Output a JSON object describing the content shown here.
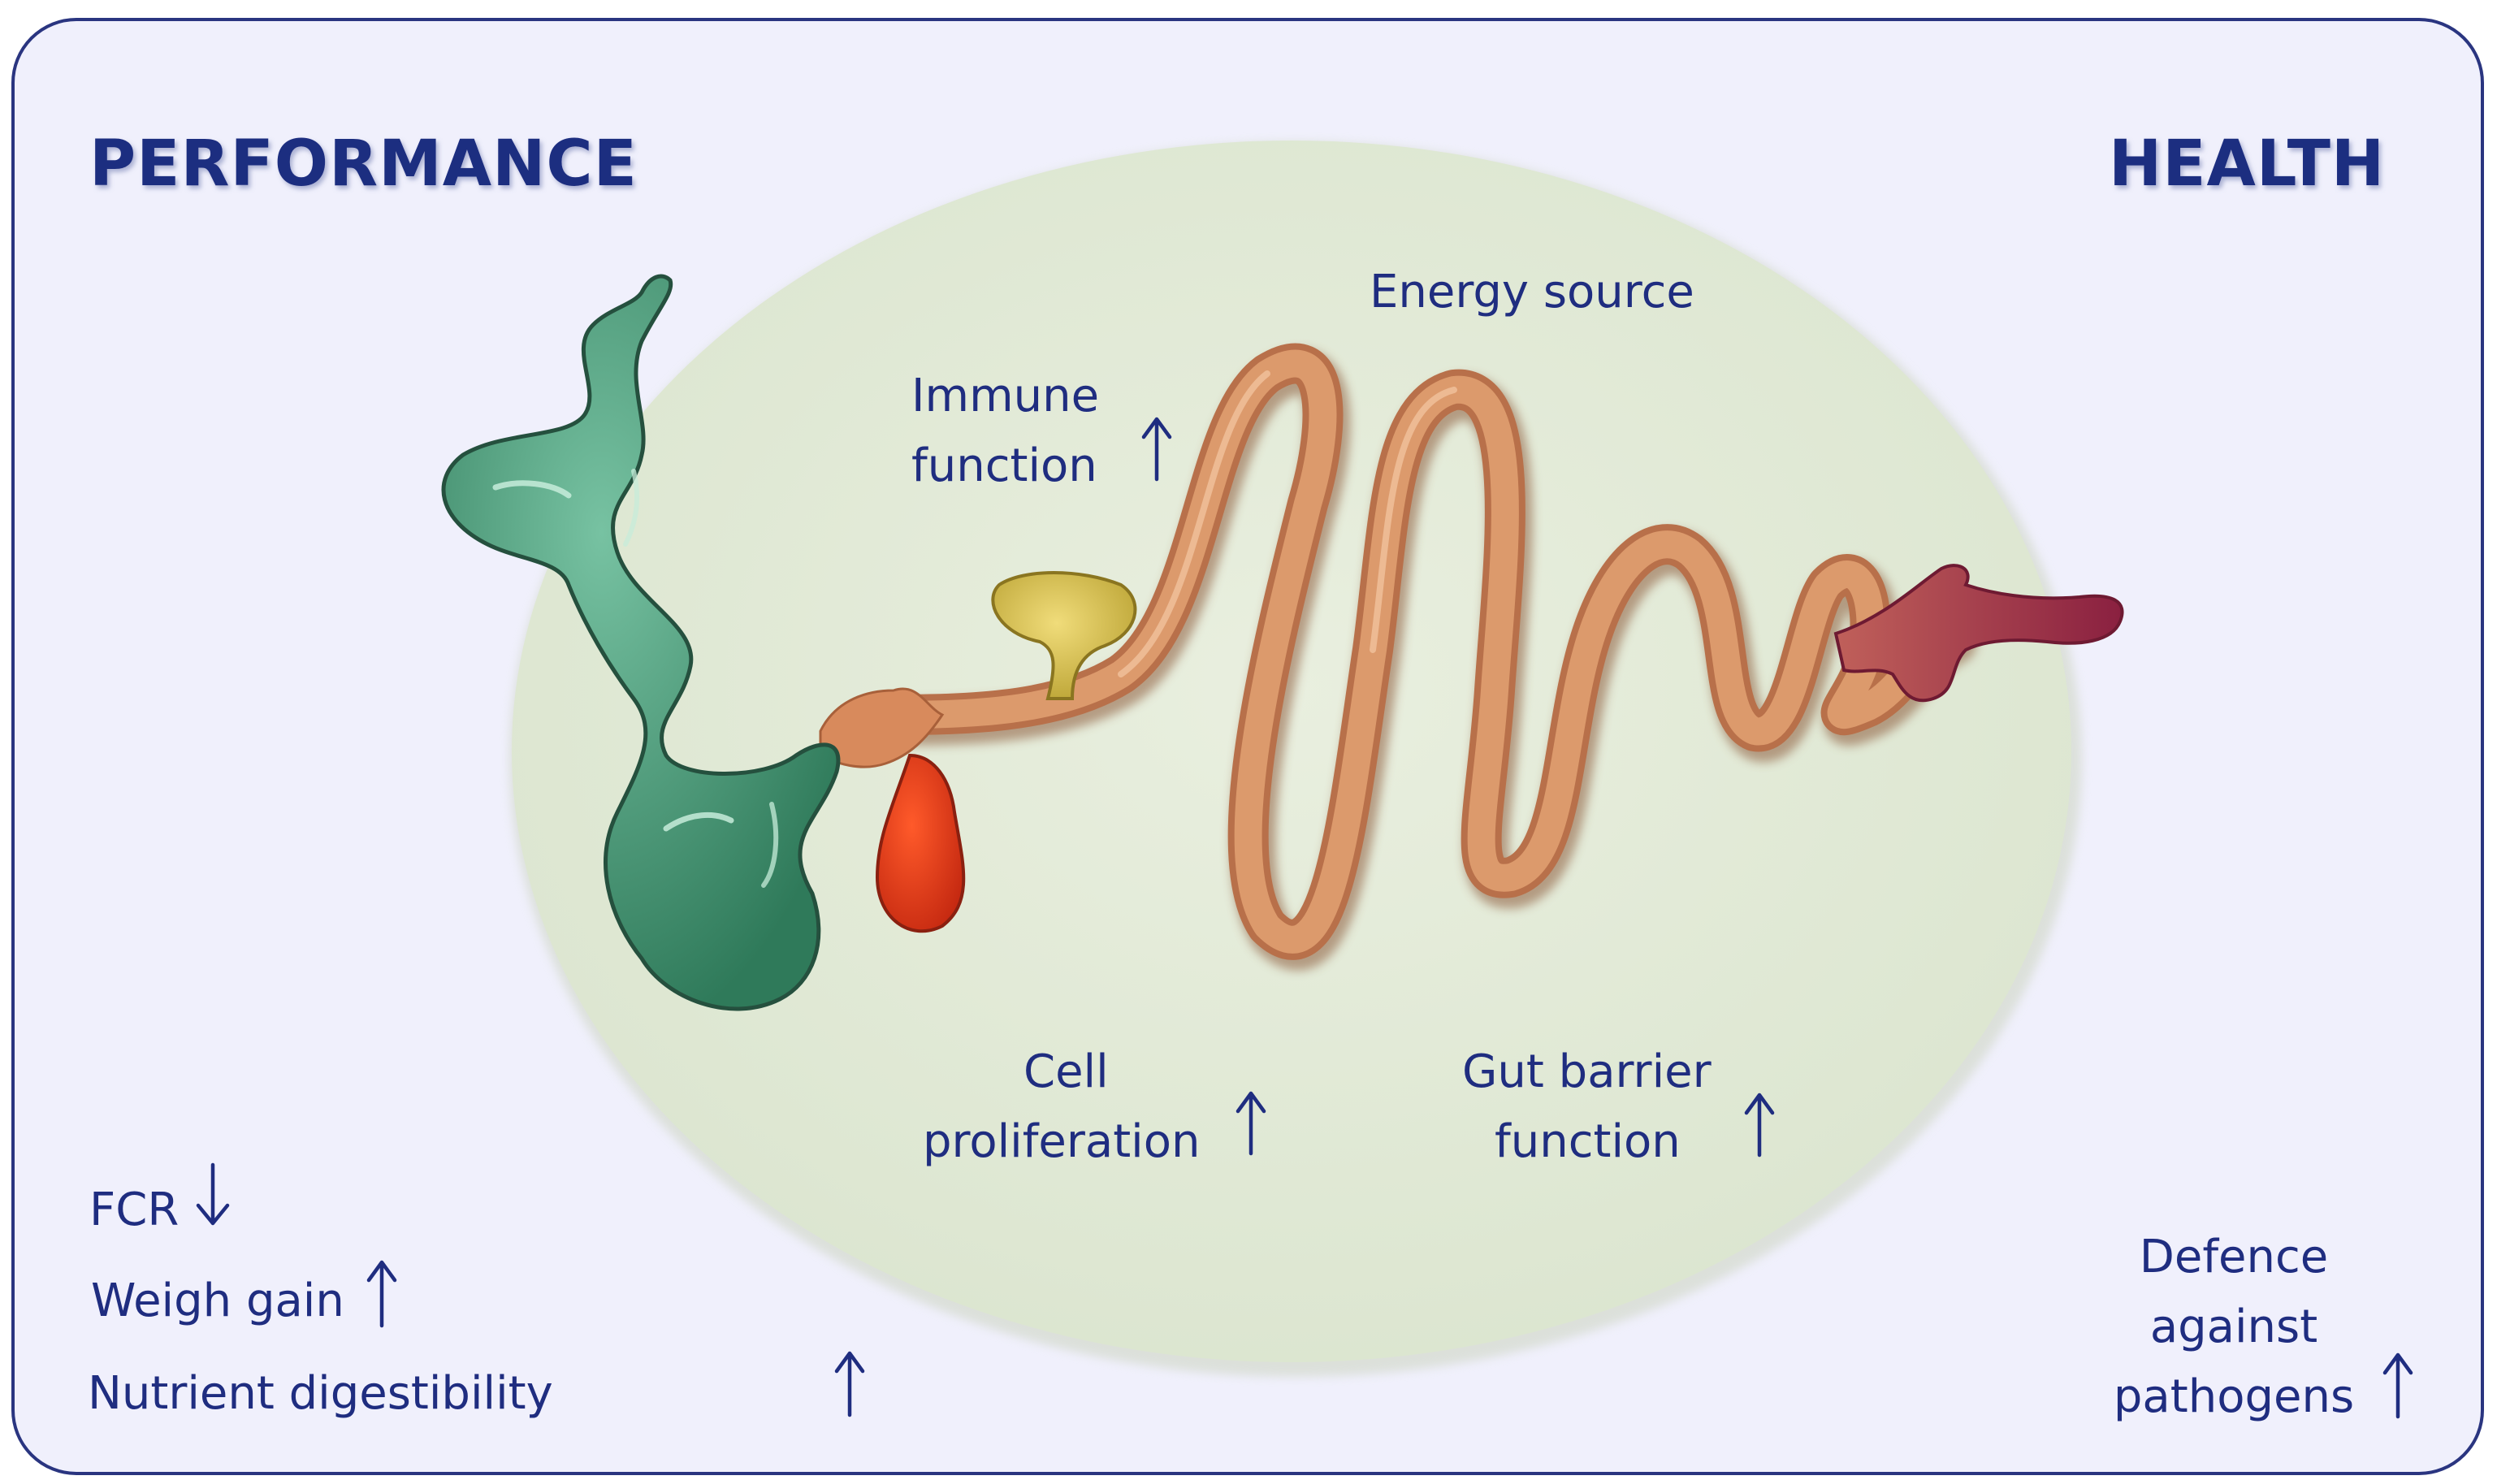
{
  "headings": {
    "performance": "PERFORMANCE",
    "health": "HEALTH"
  },
  "inner_labels": {
    "energy_source": "Energy source",
    "immune_function_line1": "Immune",
    "immune_function_line2": "function",
    "cell_proliferation_line1": "Cell",
    "cell_proliferation_line2": "proliferation",
    "gut_barrier_line1": "Gut barrier",
    "gut_barrier_line2": "function"
  },
  "performance_items": {
    "fcr": "FCR",
    "weight_gain": "Weigh gain",
    "nutrient_digestibility": "Nutrient digestibility"
  },
  "health_items": {
    "defence_line1": "Defence",
    "defence_line2": "against",
    "defence_line3": "pathogens"
  },
  "arrows": {
    "immune_function": "up",
    "cell_proliferation": "up",
    "gut_barrier_function": "up",
    "fcr": "down",
    "weight_gain": "up",
    "nutrient_digestibility": "up",
    "defence_against_pathogens": "up"
  },
  "colors": {
    "text": "#1f2d80",
    "frame_border": "#2a3580",
    "frame_fill": "#f0f0fc",
    "ellipse_fill": "#e2ead6",
    "crop_stomach": "#4a9a78",
    "gizzard": "#e43a1c",
    "pancreas_gland": "#d8c24a",
    "intestine": "#d59262",
    "cloaca": "#a8354f"
  }
}
